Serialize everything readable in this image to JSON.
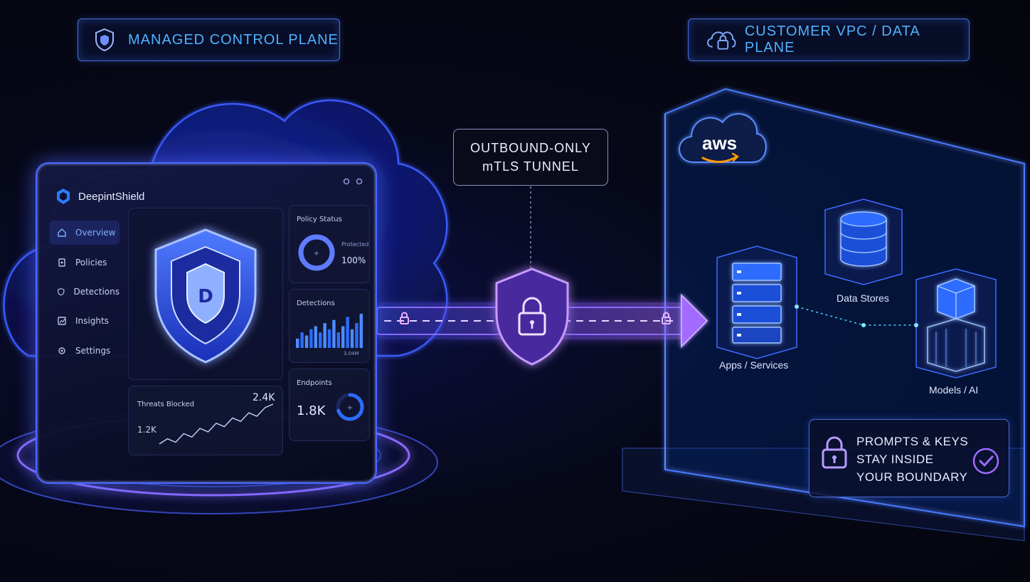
{
  "control_plane": {
    "label": "MANAGED CONTROL PLANE",
    "icon": "shield-icon"
  },
  "data_plane": {
    "label": "CUSTOMER VPC / DATA PLANE",
    "icon": "cloud-lock-icon"
  },
  "tunnel": {
    "line1": "OUTBOUND-ONLY",
    "line2": "mTLS TUNNEL",
    "icon": "lock-shield-icon"
  },
  "dashboard": {
    "brand": "DeepintShield",
    "nav": [
      {
        "label": "Overview",
        "icon": "home-icon"
      },
      {
        "label": "Policies",
        "icon": "document-icon"
      },
      {
        "label": "Detections",
        "icon": "shield-icon"
      },
      {
        "label": "Insights",
        "icon": "chart-icon"
      },
      {
        "label": "Settings",
        "icon": "gear-icon"
      }
    ],
    "hero_shield_letter": "D",
    "policy_status": {
      "title": "Policy Status",
      "state": "Protected",
      "value": "100%",
      "fraction": 1.0
    },
    "detections": {
      "title": "Detections",
      "bars": [
        3,
        5,
        4,
        6,
        7,
        5,
        8,
        6,
        9,
        5,
        7,
        10,
        6,
        8,
        11
      ],
      "value_label": "3.04M"
    },
    "endpoints": {
      "title": "Endpoints",
      "value": "1.8K",
      "fraction": 0.7
    },
    "threats": {
      "title": "Threats Blocked",
      "high": "2.4K",
      "low": "1.2K",
      "series": [
        1.25,
        1.4,
        1.3,
        1.55,
        1.45,
        1.7,
        1.6,
        1.85,
        1.75,
        2.0,
        1.9,
        2.15,
        2.05,
        2.3,
        2.4
      ]
    }
  },
  "vpc": {
    "provider": "aws",
    "nodes": {
      "apps": "Apps / Services",
      "stores": "Data Stores",
      "models": "Models / AI"
    },
    "boundary": {
      "line1": "PROMPTS & KEYS",
      "line2": "STAY INSIDE",
      "line3": "YOUR BOUNDARY"
    }
  },
  "colors": {
    "accent_blue": "#4fb2ff",
    "accent_purple": "#9b6bff",
    "glow": "#4c67ff"
  }
}
